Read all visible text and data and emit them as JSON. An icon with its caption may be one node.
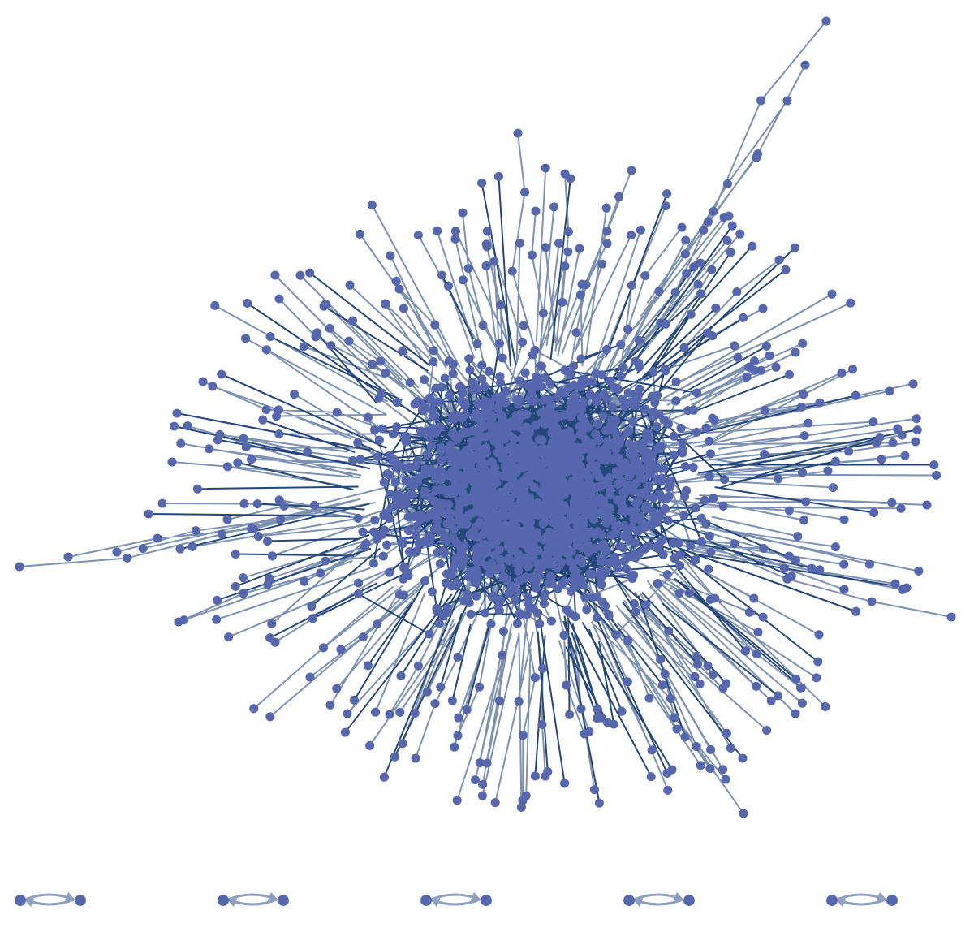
{
  "diagram": {
    "nodes": [
      {
        "text": [],
        "shape": "circle"
      },
      {
        "text": [],
        "shape": "circle"
      },
      {
        "text": [],
        "shape": "circle"
      },
      {
        "text": [],
        "shape": "circle"
      },
      {
        "text": [],
        "shape": "circle"
      },
      {
        "text": [],
        "shape": "circle"
      },
      {
        "text": [],
        "shape": "circle"
      },
      {
        "text": [],
        "shape": "circle"
      },
      {
        "text": [],
        "shape": "circle"
      },
      {
        "text": [],
        "shape": "circle"
      }
    ],
    "edges": [
      {
        "from": 0,
        "to": 1,
        "arrow": "to"
      },
      {
        "from": 1,
        "to": 0,
        "arrow": "to"
      },
      {
        "from": 2,
        "to": 3,
        "arrow": "to"
      },
      {
        "from": 3,
        "to": 2,
        "arrow": "to"
      },
      {
        "from": 4,
        "to": 5,
        "arrow": "to"
      },
      {
        "from": 5,
        "to": 4,
        "arrow": "to"
      },
      {
        "from": 6,
        "to": 7,
        "arrow": "to"
      },
      {
        "from": 7,
        "to": 6,
        "arrow": "to"
      },
      {
        "from": 8,
        "to": 9,
        "arrow": "to"
      },
      {
        "from": 9,
        "to": 8,
        "arrow": "to"
      }
    ]
  }
}
